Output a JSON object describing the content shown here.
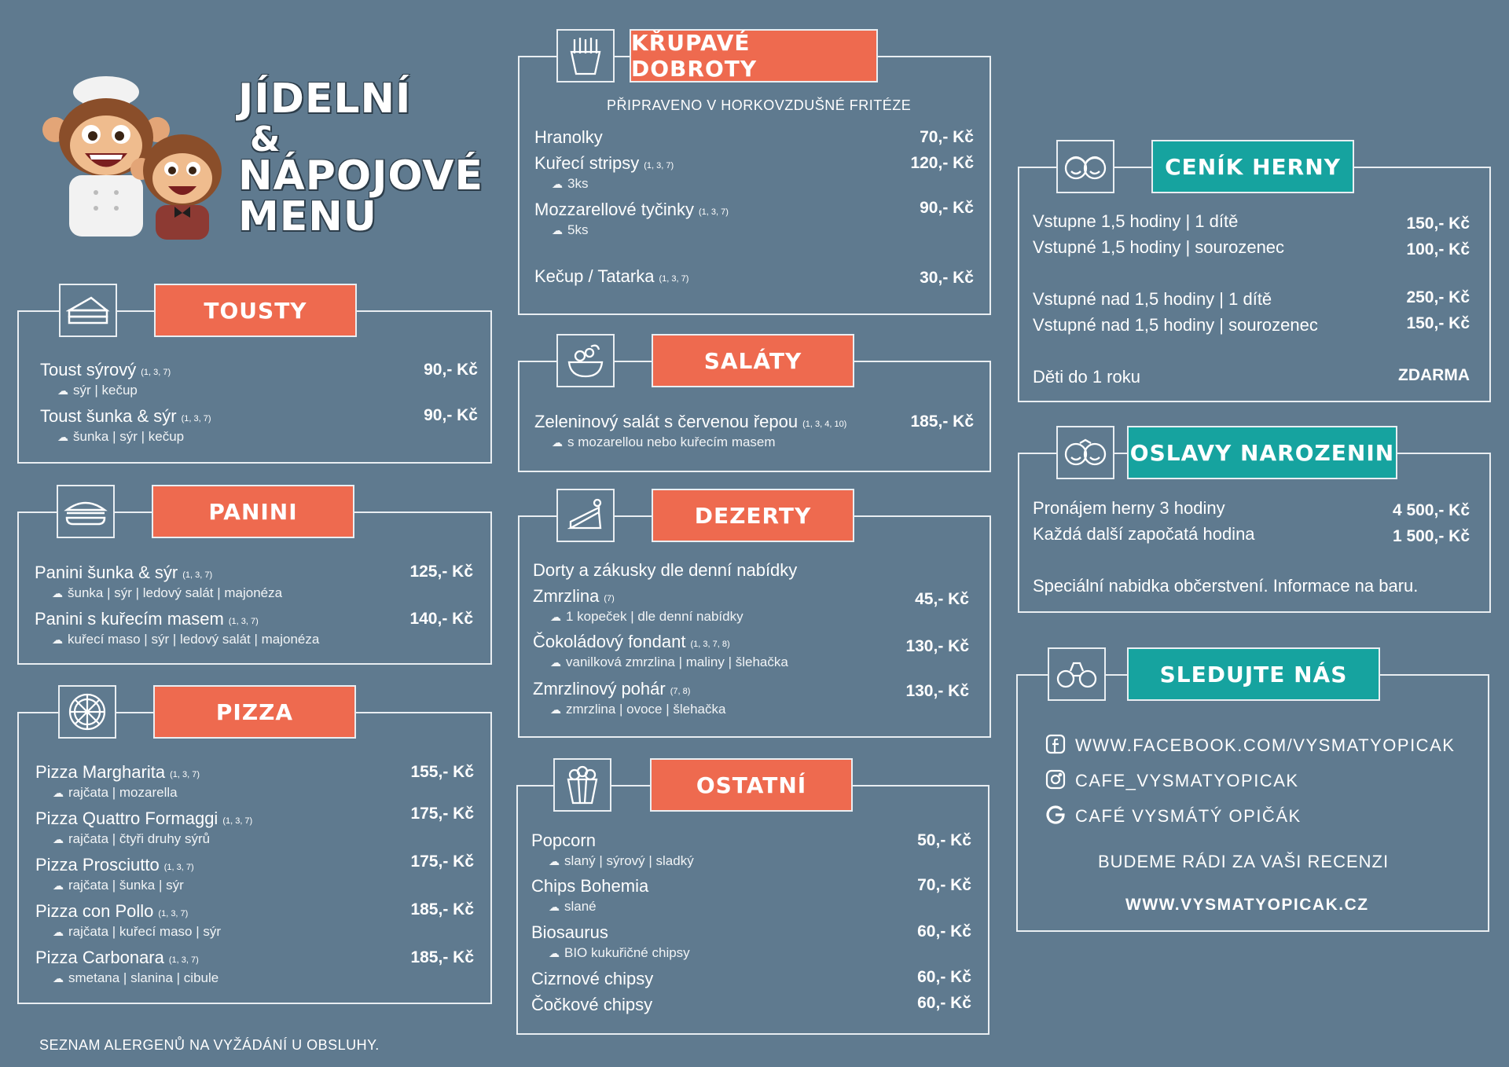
{
  "header": {
    "title_line1": "JÍDELNÍ",
    "title_line2": "&",
    "title_line3": "NÁPOJOVÉ",
    "title_line4": "MENU"
  },
  "tousty": {
    "title": "TOUSTY",
    "items": [
      {
        "name": "Toust sýrový",
        "allergens": "(1, 3, 7)",
        "sub": "sýr | kečup",
        "price": "90,- Kč"
      },
      {
        "name": "Toust šunka & sýr",
        "allergens": "(1, 3, 7)",
        "sub": "šunka | sýr | kečup",
        "price": "90,- Kč"
      }
    ]
  },
  "panini": {
    "title": "PANINI",
    "items": [
      {
        "name": "Panini šunka & sýr",
        "allergens": "(1, 3, 7)",
        "sub": "šunka | sýr | ledový salát | majonéza",
        "price": "125,- Kč"
      },
      {
        "name": "Panini s kuřecím masem",
        "allergens": "(1, 3, 7)",
        "sub": "kuřecí maso | sýr | ledový salát | majonéza",
        "price": "140,- Kč"
      }
    ]
  },
  "pizza": {
    "title": "PIZZA",
    "items": [
      {
        "name": "Pizza Margharita",
        "allergens": "(1, 3, 7)",
        "sub": "rajčata | mozarella",
        "price": "155,- Kč"
      },
      {
        "name": "Pizza Quattro Formaggi",
        "allergens": "(1, 3, 7)",
        "sub": "rajčata | čtyři druhy sýrů",
        "price": "175,- Kč"
      },
      {
        "name": "Pizza Prosciutto",
        "allergens": "(1, 3, 7)",
        "sub": "rajčata | šunka | sýr",
        "price": "175,- Kč"
      },
      {
        "name": "Pizza con Pollo",
        "allergens": "(1, 3, 7)",
        "sub": "rajčata | kuřecí maso | sýr",
        "price": "185,- Kč"
      },
      {
        "name": "Pizza Carbonara",
        "allergens": "(1, 3, 7)",
        "sub": "smetana | slanina | cibule",
        "price": "185,- Kč"
      }
    ]
  },
  "footer_note": "SEZNAM ALERGENŮ NA VYŽÁDÁNÍ U OBSLUHY.",
  "krupave": {
    "title": "KŘUPAVÉ DOBROTY",
    "subtitle": "PŘIPRAVENO V HORKOVZDUŠNÉ FRITÉZE",
    "items": [
      {
        "name": "Hranolky",
        "allergens": "",
        "sub": "",
        "price": "70,- Kč"
      },
      {
        "name": "Kuřecí stripsy",
        "allergens": "(1, 3, 7)",
        "sub": "3ks",
        "price": "120,- Kč"
      },
      {
        "name": "Mozzarellové tyčinky",
        "allergens": "(1, 3, 7)",
        "sub": "5ks",
        "price": "90,- Kč"
      },
      {
        "name": "Kečup / Tatarka",
        "allergens": "(1, 3, 7)",
        "sub": "",
        "price": "30,- Kč"
      }
    ]
  },
  "salaty": {
    "title": "SALÁTY",
    "items": [
      {
        "name": "Zeleninový salát s červenou řepou",
        "allergens": "(1, 3, 4, 10)",
        "sub": "s mozarellou nebo kuřecím masem",
        "price": "185,- Kč"
      }
    ]
  },
  "dezerty": {
    "title": "DEZERTY",
    "intro": "Dorty a zákusky dle denní nabídky",
    "items": [
      {
        "name": "Zmrzlina",
        "allergens": "(7)",
        "sub": "1 kopeček | dle denní nabídky",
        "price": "45,- Kč"
      },
      {
        "name": "Čokoládový fondant",
        "allergens": "(1, 3, 7, 8)",
        "sub": "vanilková zmrzlina | maliny | šlehačka",
        "price": "130,- Kč"
      },
      {
        "name": "Zmrzlinový pohár",
        "allergens": "(7, 8)",
        "sub": "zmrzlina | ovoce | šlehačka",
        "price": "130,- Kč"
      }
    ]
  },
  "ostatni": {
    "title": "OSTATNÍ",
    "items": [
      {
        "name": "Popcorn",
        "sub": "slaný | sýrový | sladký",
        "price": "50,- Kč"
      },
      {
        "name": "Chips Bohemia",
        "sub": "slané",
        "price": "70,- Kč"
      },
      {
        "name": "Biosaurus",
        "sub": "BIO kukuřičné chipsy",
        "price": "60,- Kč"
      },
      {
        "name": "Cizrnové chipsy",
        "sub": "",
        "price": "60,- Kč"
      },
      {
        "name": "Čočkové chipsy",
        "sub": "",
        "price": "60,- Kč"
      }
    ]
  },
  "cenik": {
    "title": "CENÍK HERNY",
    "items": [
      {
        "name": "Vstupne 1,5 hodiny | 1 dítě",
        "price": "150,- Kč"
      },
      {
        "name": "Vstupné 1,5 hodiny | sourozenec",
        "price": "100,- Kč"
      },
      {
        "name": "Vstupné nad 1,5 hodiny | 1 dítě",
        "price": "250,- Kč"
      },
      {
        "name": "Vstupné nad 1,5 hodiny | sourozenec",
        "price": "150,- Kč"
      },
      {
        "name": "Děti do 1 roku",
        "price": "ZDARMA"
      }
    ]
  },
  "oslavy": {
    "title": "OSLAVY NAROZENIN",
    "items": [
      {
        "name": "Pronájem herny 3 hodiny",
        "price": "4 500,- Kč"
      },
      {
        "name": "Každá další započatá hodina",
        "price": "1 500,- Kč"
      }
    ],
    "note": "Speciální nabidka občerstvení. Informace na baru."
  },
  "sledujte": {
    "title": "SLEDUJTE NÁS",
    "facebook": "WWW.FACEBOOK.COM/VYSMATYOPICAK",
    "instagram": "CAFE_VYSMATYOPICAK",
    "google": "CAFÉ VYSMÁTÝ OPIČÁK",
    "review": "BUDEME RÁDI ZA VAŠI RECENZI",
    "web": "WWW.VYSMATYOPICAK.CZ"
  },
  "colors": {
    "background": "#5f7a8f",
    "coral": "#ee6a4f",
    "teal": "#16a39f",
    "line": "#e9eef2"
  }
}
